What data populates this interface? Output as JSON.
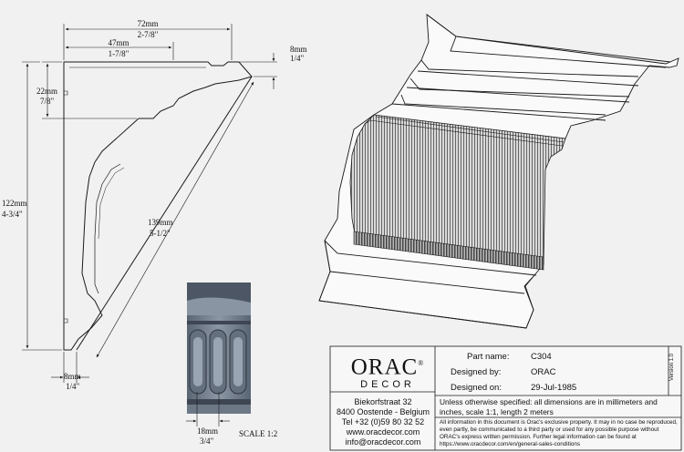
{
  "colors": {
    "line": "#1a1a1a",
    "sample_fill": "#75808e",
    "sample_dark": "#3d4652",
    "sheet_bg": "#f1f1f1"
  },
  "dimensions": {
    "width_total": {
      "mm": "72mm",
      "in": "2-7/8\""
    },
    "width_partial": {
      "mm": "47mm",
      "in": "1-7/8\""
    },
    "top_offset": {
      "mm": "8mm",
      "in": "1/4\""
    },
    "top_height": {
      "mm": "22mm",
      "in": "7/8\""
    },
    "height_total": {
      "mm": "122mm",
      "in": "4-3/4\""
    },
    "diagonal": {
      "mm": "139mm",
      "in": "5-1/2\""
    },
    "bottom_offset": {
      "mm": "8mm",
      "in": "1/4\""
    },
    "pattern_width": {
      "mm": "18mm",
      "in": "3/4\""
    },
    "scale": "SCALE  1:2"
  },
  "titleblock": {
    "logo_main": "ORAC",
    "logo_registered": "®",
    "logo_sub": "DECOR",
    "address_lines": [
      "Biekorfstraat 32",
      "8400 Oostende - Belgium",
      "Tel  +32 (0)59 80 32 52",
      "www.oracdecor.com",
      "info@oracdecor.com"
    ],
    "part_label": "Part name:",
    "part_value": "C304",
    "designed_by_label": "Designed by:",
    "designed_by_value": "ORAC",
    "designed_on_label": "Designed on:",
    "designed_on_value": "29-Jul-1985",
    "version": "Version 1.0",
    "spec_note": "Unless otherwise specified: all dimensions are in millimeters and inches, scale 1:1, length 2 meters",
    "legal_note": "All information in this document is Orac's exclusive property.  It may in no case be reproduced, even partly, be communicated to a third party or used for any possible purpose without ORAC's express written permission. Further legal information can be found at https://www.oracdecor.com/en/general-sales-conditions"
  }
}
